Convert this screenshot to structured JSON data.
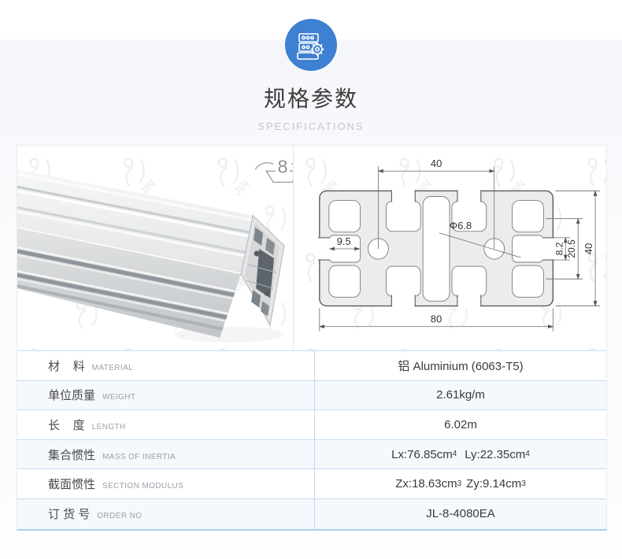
{
  "header": {
    "title": "规格参数",
    "subtitle": "SPECIFICATIONS",
    "icon": "spec-sheet-gear-icon",
    "accent_color": "#3e80d1"
  },
  "gallery": {
    "photo_groove_marker": "8",
    "drawing": {
      "dim_top_width": "40",
      "dim_hole_diameter": "Φ6.8",
      "dim_slot_depth": "9.5",
      "dim_slot_opening": "8.2",
      "dim_inner_height": "20.5",
      "dim_height": "40",
      "dim_width": "80"
    }
  },
  "table": {
    "rows": [
      {
        "cn": "材    料",
        "en": "MATERIAL",
        "value": "铝 Aluminium (6063-T5)"
      },
      {
        "cn": "单位质量",
        "en": "WEIGHT",
        "value": "2.61kg/m"
      },
      {
        "cn": "长    度",
        "en": "LENGTH",
        "value": "6.02m"
      },
      {
        "cn": "集合惯性",
        "en": "MASS OF INERTIA",
        "vp": {
          "a": "Lx:76.85cm",
          "as": "4",
          "b": "Ly:22.35cm",
          "bs": "4"
        }
      },
      {
        "cn": "截面惯性",
        "en": "SECTION MODULUS",
        "vp": {
          "a": "Zx:18.63cm",
          "as": "3",
          "b": "Zy:9.14cm",
          "bs": "3"
        }
      },
      {
        "cn": "订 货 号",
        "en": "ORDER NO",
        "value": "JL-8-4080EA"
      }
    ]
  },
  "colors": {
    "table_border_blue": "#bcd9f1",
    "row_alt_bg": "#f5f8fc",
    "page_bg": "#f5f6fa"
  }
}
